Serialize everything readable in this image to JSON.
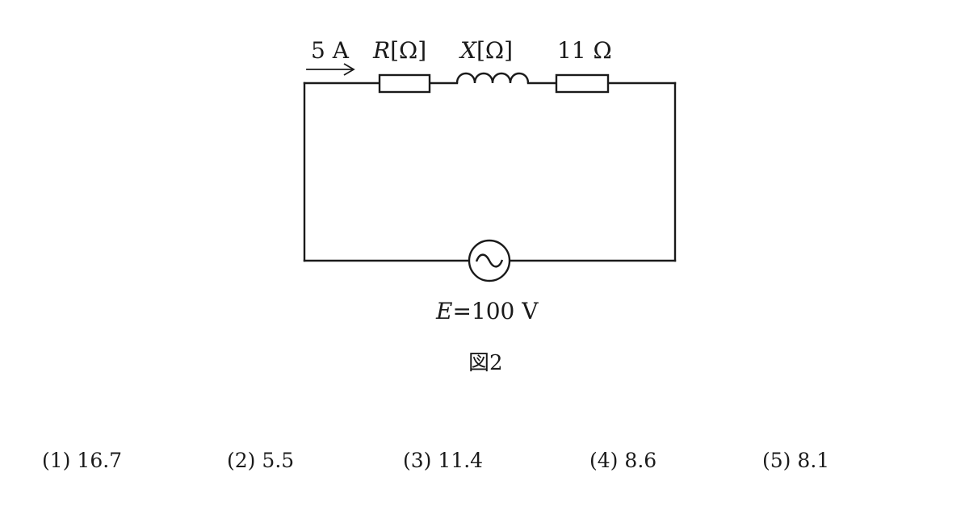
{
  "diagram": {
    "current_label": "5 A",
    "resistor_r_symbol": "R",
    "resistor_r_unit": "[Ω]",
    "reactance_x_symbol": "X",
    "reactance_x_unit": "[Ω]",
    "resistor_fixed_label": "11 Ω",
    "source_symbol": "E",
    "source_value": "=100 V",
    "figure_caption": "図2",
    "icons": [
      "current-arrow-icon",
      "resistor-icon",
      "inductor-icon",
      "ac-source-icon"
    ]
  },
  "choices": [
    {
      "number": "(1)",
      "value": "16.7"
    },
    {
      "number": "(2)",
      "value": "5.5"
    },
    {
      "number": "(3)",
      "value": "11.4"
    },
    {
      "number": "(4)",
      "value": "8.6"
    },
    {
      "number": "(5)",
      "value": "8.1"
    }
  ]
}
